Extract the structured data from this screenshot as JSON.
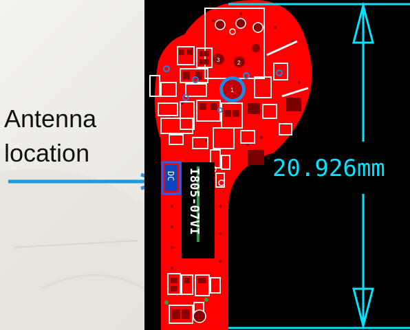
{
  "annotation": {
    "line1": "Antenna",
    "line2": "location"
  },
  "dimension": {
    "value": "20.926mm"
  },
  "silkscreen": {
    "part_marking": "I805-07VI",
    "chip_label": "DC",
    "pad_1": "1",
    "pad_2": "2",
    "pad_3": "3"
  },
  "colors": {
    "board": "#ff0000",
    "dimension": "#00e5ff",
    "arrow": "#1a9ae0",
    "silkscreen": "#ffffff",
    "via": "#1e88e5",
    "trace": "#2ea043"
  }
}
